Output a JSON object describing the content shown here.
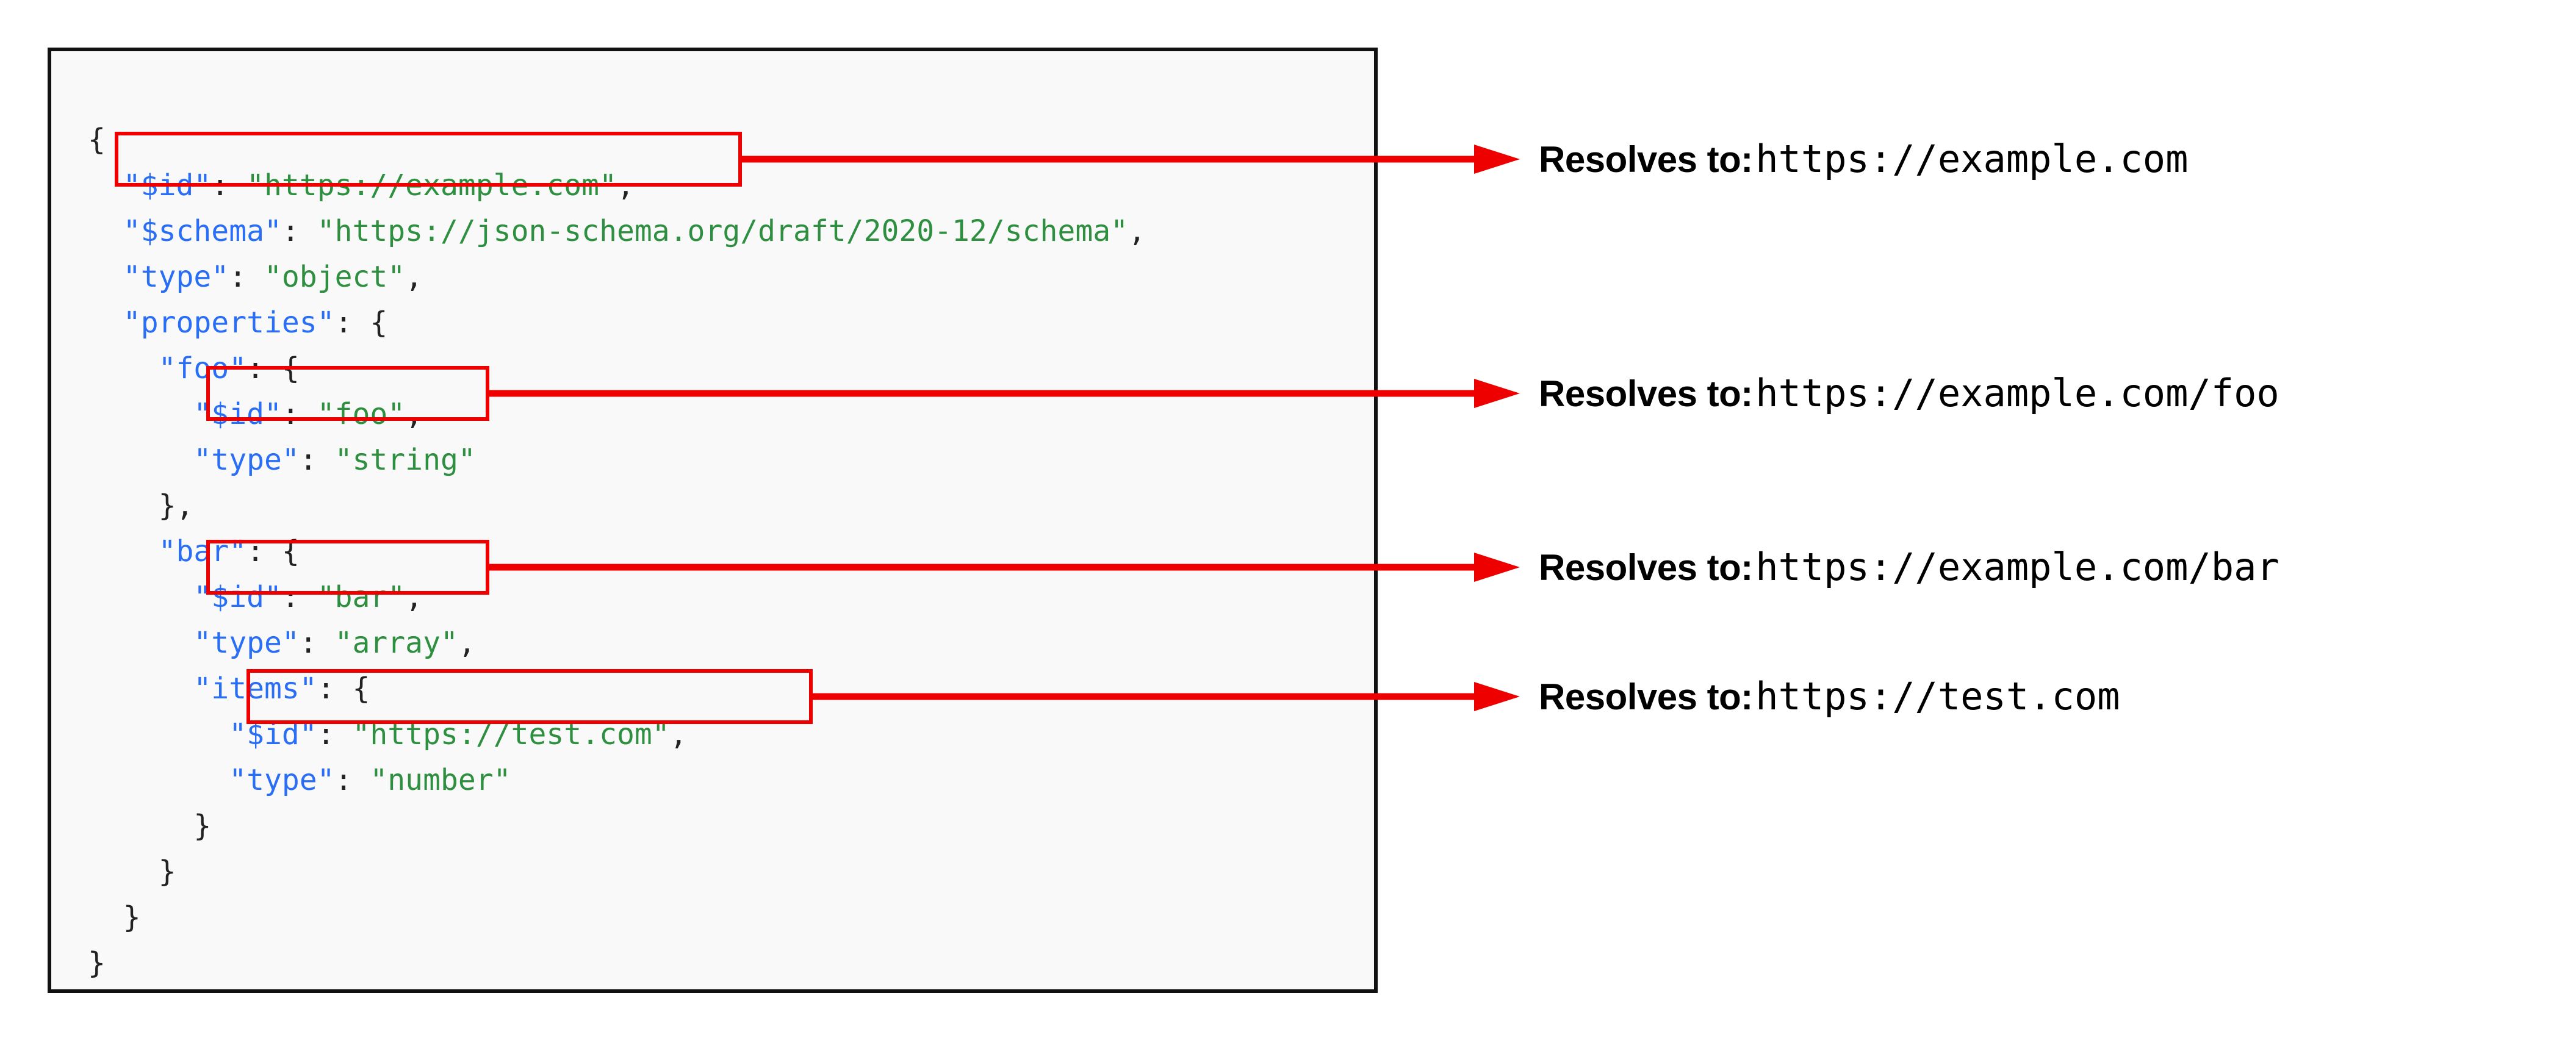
{
  "colors": {
    "accent_red": "#ee0000",
    "key_blue": "#2a6ef5",
    "string_green": "#2f8f40",
    "punctuation": "#222222",
    "code_bg": "#f9f9f9",
    "code_border": "#111111",
    "page_bg": "#ffffff"
  },
  "code_block": {
    "language": "json",
    "lines": [
      {
        "indent": 0,
        "tokens": [
          {
            "t": "{",
            "c": "p"
          }
        ]
      },
      {
        "indent": 1,
        "tokens": [
          {
            "t": "\"$id\"",
            "c": "k"
          },
          {
            "t": ": ",
            "c": "p"
          },
          {
            "t": "\"https://example.com\"",
            "c": "s"
          },
          {
            "t": ",",
            "c": "p"
          }
        ]
      },
      {
        "indent": 1,
        "tokens": [
          {
            "t": "\"$schema\"",
            "c": "k"
          },
          {
            "t": ": ",
            "c": "p"
          },
          {
            "t": "\"https://json-schema.org/draft/2020-12/schema\"",
            "c": "s"
          },
          {
            "t": ",",
            "c": "p"
          }
        ]
      },
      {
        "indent": 1,
        "tokens": [
          {
            "t": "\"type\"",
            "c": "k"
          },
          {
            "t": ": ",
            "c": "p"
          },
          {
            "t": "\"object\"",
            "c": "s"
          },
          {
            "t": ",",
            "c": "p"
          }
        ]
      },
      {
        "indent": 1,
        "tokens": [
          {
            "t": "\"properties\"",
            "c": "k"
          },
          {
            "t": ": {",
            "c": "p"
          }
        ]
      },
      {
        "indent": 2,
        "tokens": [
          {
            "t": "\"foo\"",
            "c": "k"
          },
          {
            "t": ": {",
            "c": "p"
          }
        ]
      },
      {
        "indent": 3,
        "tokens": [
          {
            "t": "\"$id\"",
            "c": "k"
          },
          {
            "t": ": ",
            "c": "p"
          },
          {
            "t": "\"foo\"",
            "c": "s"
          },
          {
            "t": ",",
            "c": "p"
          }
        ]
      },
      {
        "indent": 3,
        "tokens": [
          {
            "t": "\"type\"",
            "c": "k"
          },
          {
            "t": ": ",
            "c": "p"
          },
          {
            "t": "\"string\"",
            "c": "s"
          }
        ]
      },
      {
        "indent": 2,
        "tokens": [
          {
            "t": "},",
            "c": "p"
          }
        ]
      },
      {
        "indent": 2,
        "tokens": [
          {
            "t": "\"bar\"",
            "c": "k"
          },
          {
            "t": ": {",
            "c": "p"
          }
        ]
      },
      {
        "indent": 3,
        "tokens": [
          {
            "t": "\"$id\"",
            "c": "k"
          },
          {
            "t": ": ",
            "c": "p"
          },
          {
            "t": "\"bar\"",
            "c": "s"
          },
          {
            "t": ",",
            "c": "p"
          }
        ]
      },
      {
        "indent": 3,
        "tokens": [
          {
            "t": "\"type\"",
            "c": "k"
          },
          {
            "t": ": ",
            "c": "p"
          },
          {
            "t": "\"array\"",
            "c": "s"
          },
          {
            "t": ",",
            "c": "p"
          }
        ]
      },
      {
        "indent": 3,
        "tokens": [
          {
            "t": "\"items\"",
            "c": "k"
          },
          {
            "t": ": {",
            "c": "p"
          }
        ]
      },
      {
        "indent": 4,
        "tokens": [
          {
            "t": "\"$id\"",
            "c": "k"
          },
          {
            "t": ": ",
            "c": "p"
          },
          {
            "t": "\"https://test.com\"",
            "c": "s"
          },
          {
            "t": ",",
            "c": "p"
          }
        ]
      },
      {
        "indent": 4,
        "tokens": [
          {
            "t": "\"type\"",
            "c": "k"
          },
          {
            "t": ": ",
            "c": "p"
          },
          {
            "t": "\"number\"",
            "c": "s"
          }
        ]
      },
      {
        "indent": 3,
        "tokens": [
          {
            "t": "}",
            "c": "p"
          }
        ]
      },
      {
        "indent": 2,
        "tokens": [
          {
            "t": "}",
            "c": "p"
          }
        ]
      },
      {
        "indent": 1,
        "tokens": [
          {
            "t": "}",
            "c": "p"
          }
        ]
      },
      {
        "indent": 0,
        "tokens": [
          {
            "t": "}",
            "c": "p"
          }
        ]
      }
    ]
  },
  "annotations": [
    {
      "id": "resolve-1",
      "lead": "Resolves to:",
      "url": "https://example.com",
      "source_line": "\"$id\": \"https://example.com\","
    },
    {
      "id": "resolve-2",
      "lead": "Resolves to:",
      "url": "https://example.com/foo",
      "source_line": "\"$id\": \"foo\","
    },
    {
      "id": "resolve-3",
      "lead": "Resolves to:",
      "url": "https://example.com/bar",
      "source_line": "\"$id\": \"bar\","
    },
    {
      "id": "resolve-4",
      "lead": "Resolves to:",
      "url": "https://test.com",
      "source_line": "\"$id\": \"https://test.com\","
    }
  ]
}
